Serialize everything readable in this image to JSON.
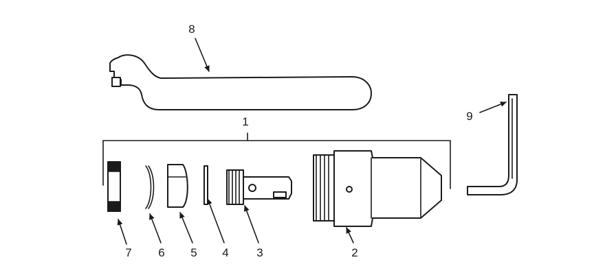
{
  "diagram": {
    "callouts": {
      "c1": "1",
      "c2": "2",
      "c3": "3",
      "c4": "4",
      "c5": "5",
      "c6": "6",
      "c7": "7",
      "c8": "8",
      "c9": "9"
    },
    "colors": {
      "line": "#1a1a1a",
      "background": "#ffffff"
    }
  }
}
